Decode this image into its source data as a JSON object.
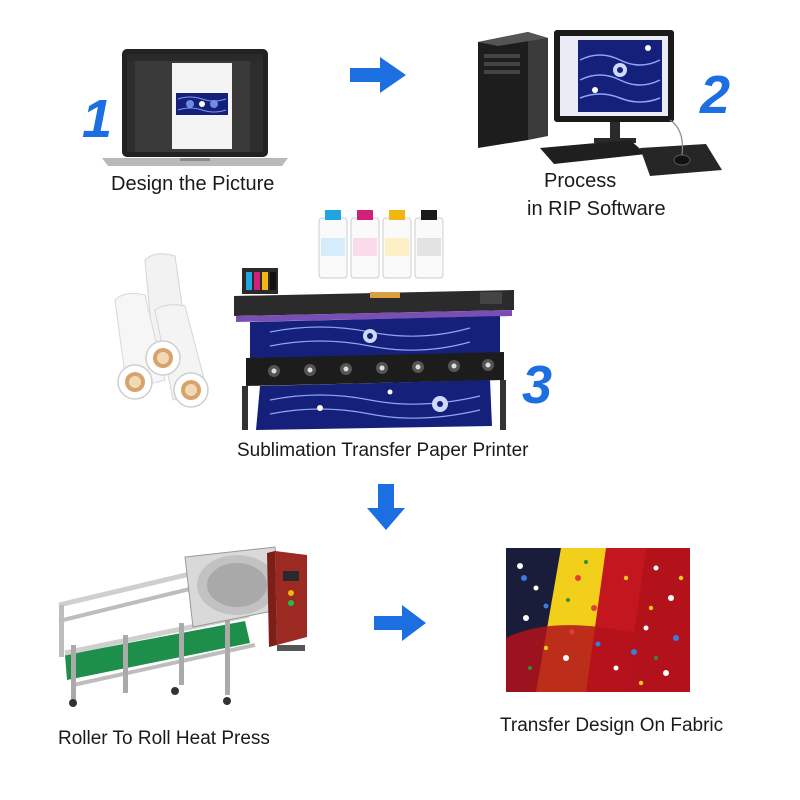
{
  "colors": {
    "accent_blue": "#1b6fe0",
    "step_number": "#1b6fe0",
    "fabric_red": "#b3121b",
    "fabric_yellow": "#f2cf1a",
    "print_navy": "#15207a"
  },
  "steps": [
    {
      "number": "1",
      "label": "Design the Picture",
      "icon": "laptop-icon"
    },
    {
      "number": "2",
      "label_line1": "Process",
      "label_line2": "in RIP Software",
      "icon": "desktop-computer-icon"
    },
    {
      "number": "3",
      "label": "Sublimation Transfer Paper Printer",
      "icon": "printer-icon"
    },
    {
      "label": "Roller To Roll Heat Press",
      "icon": "heat-press-icon"
    },
    {
      "label": "Transfer Design On Fabric",
      "icon": "fabric-icon"
    }
  ],
  "arrows": [
    "arrow-right-icon",
    "arrow-down-icon",
    "arrow-right-icon"
  ]
}
